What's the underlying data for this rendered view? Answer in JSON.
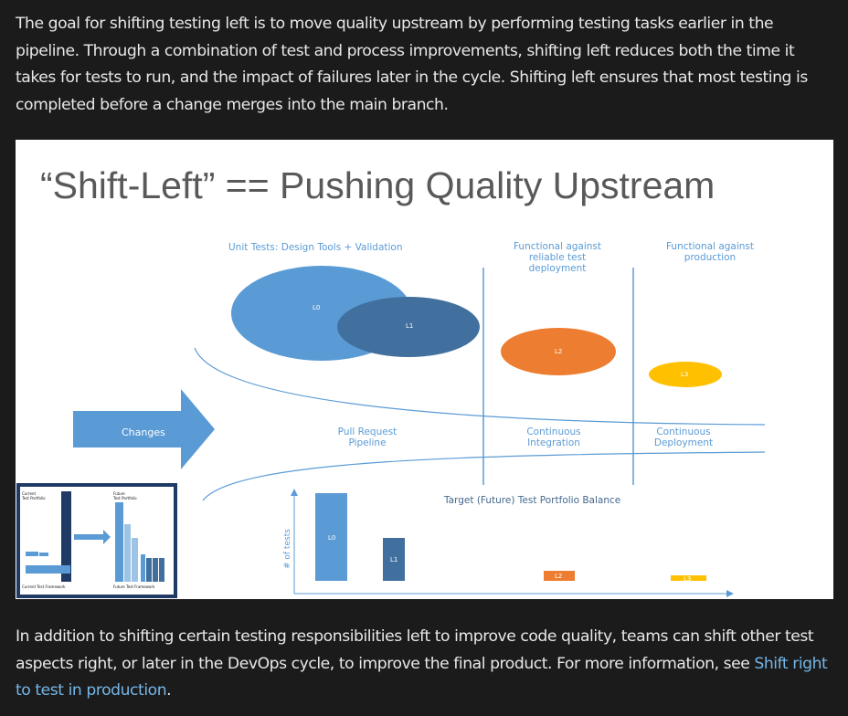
{
  "article": {
    "intro": "The goal for shifting testing left is to move quality upstream by performing testing tasks earlier in the pipeline. Through a combination of test and process improvements, shifting left reduces both the time it takes for tests to run, and the impact of failures later in the cycle. Shifting left ensures that most testing is completed before a change merges into the main branch.",
    "outro_text": "In addition to shifting certain testing responsibilities left to improve code quality, teams can shift other test aspects right, or later in the DevOps cycle, to improve the final product. For more information, see ",
    "outro_link": "Shift right to test in production",
    "outro_end": "."
  },
  "figure": {
    "title": "“Shift-Left” == Pushing Quality Upstream",
    "columns": {
      "unit": "Unit Tests: Design Tools + Validation",
      "functional_1": "Functional against",
      "functional_2": "reliable test",
      "functional_3": "deployment",
      "production_1": "Functional against",
      "production_2": "production"
    },
    "bubbles": {
      "l0": "L0",
      "l1": "L1",
      "l2": "L2",
      "l3": "L3"
    },
    "arrow_label": "Changes",
    "stages": {
      "pr_1": "Pull Request",
      "pr_2": "Pipeline",
      "ci_1": "Continuous",
      "ci_2": "Integration",
      "cd_1": "Continuous",
      "cd_2": "Deployment"
    },
    "portfolio_title": "Target (Future) Test Portfolio Balance",
    "y_axis_label": "# of tests",
    "bars": {
      "l0": "L0",
      "l1": "L1",
      "l2": "L2",
      "l3": "L3"
    },
    "thumbnail": {
      "current_1": "Current",
      "current_2": "Test Portfolio",
      "future_1": "Future",
      "future_2": "Test Portfolio",
      "current_framework": "Current Test Framework",
      "future_framework": "Future Test Framework"
    },
    "colors": {
      "l0": "#5b9bd5",
      "l1": "#41709f",
      "l2": "#ed7d31",
      "l3": "#ffc000",
      "text_blue": "#5b9bd5",
      "title": "#595959"
    }
  }
}
